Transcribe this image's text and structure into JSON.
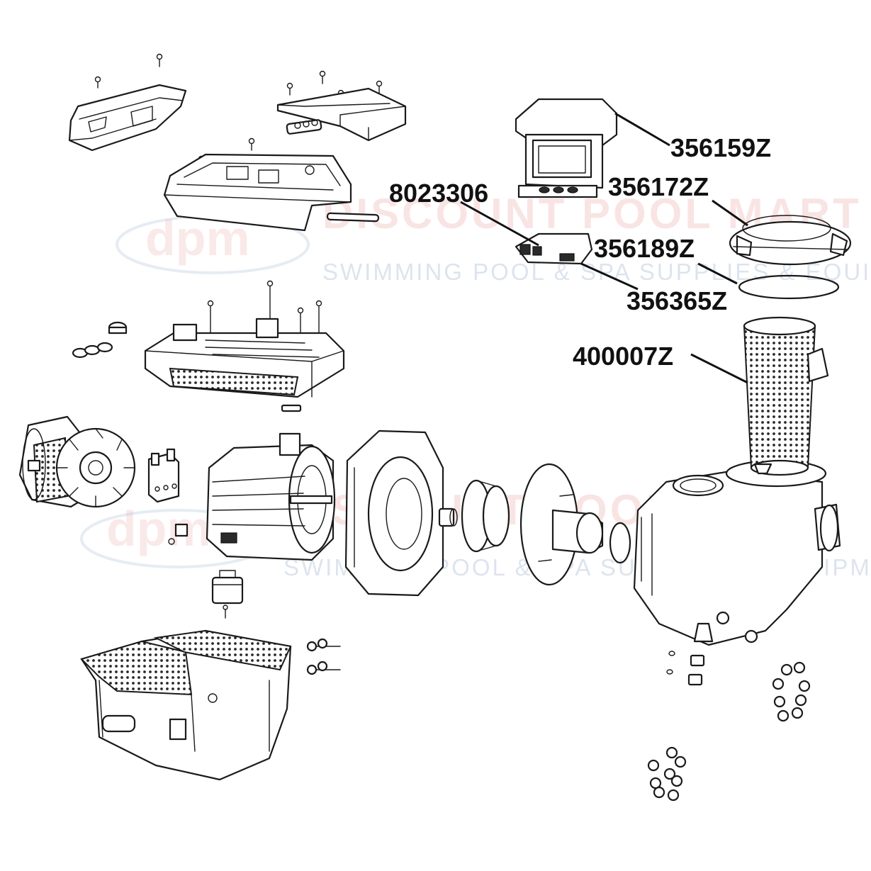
{
  "watermark": {
    "brand": "DISCOUNT POOL MART",
    "tagline": "SWIMMING POOL & SPA SUPPLIES & EQUIPMENT",
    "logo": "dpm"
  },
  "callouts": [
    {
      "part_number": "356159Z"
    },
    {
      "part_number": "356172Z"
    },
    {
      "part_number": "8023306"
    },
    {
      "part_number": "356189Z"
    },
    {
      "part_number": "356365Z"
    },
    {
      "part_number": "400007Z"
    }
  ]
}
